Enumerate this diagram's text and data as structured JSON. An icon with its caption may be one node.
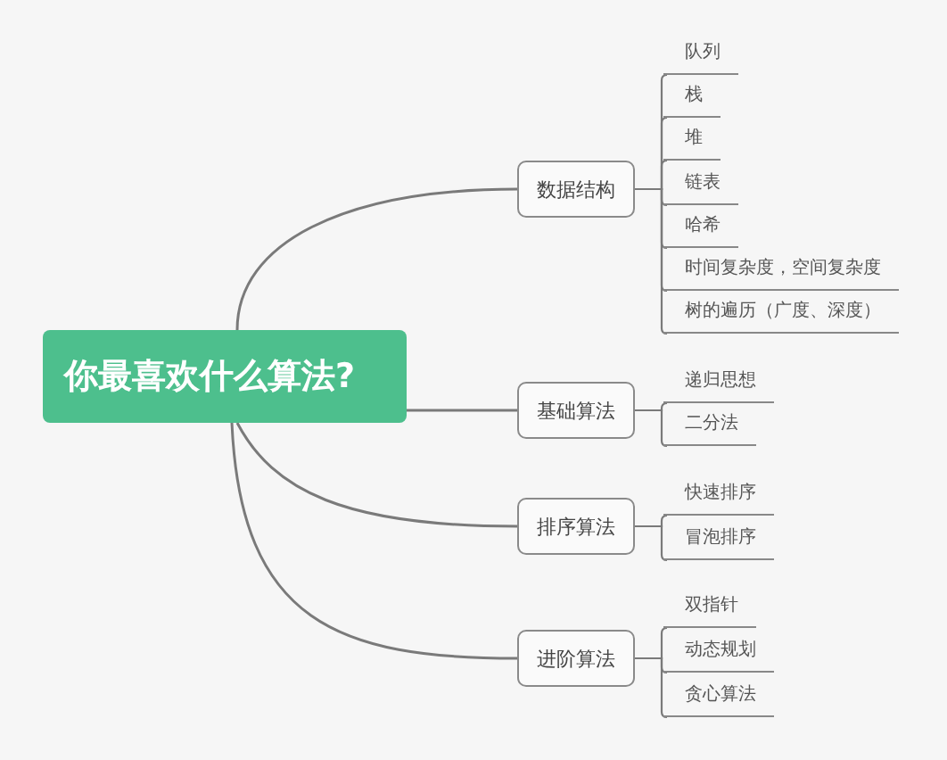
{
  "diagram": {
    "nodes": [
      {
        "text": [
          "你最喜欢什么算法?"
        ]
      },
      {
        "text": [
          "数据结构"
        ]
      },
      {
        "text": [
          "队列"
        ]
      },
      {
        "text": [
          "栈"
        ]
      },
      {
        "text": [
          "堆"
        ]
      },
      {
        "text": [
          "链表"
        ]
      },
      {
        "text": [
          "哈希"
        ]
      },
      {
        "text": [
          "时间复杂度，空间复杂度"
        ]
      },
      {
        "text": [
          "树的遍历（广度、深度）"
        ]
      },
      {
        "text": [
          "基础算法"
        ]
      },
      {
        "text": [
          "递归思想"
        ]
      },
      {
        "text": [
          "二分法"
        ]
      },
      {
        "text": [
          "排序算法"
        ]
      },
      {
        "text": [
          "快速排序"
        ]
      },
      {
        "text": [
          "冒泡排序"
        ]
      },
      {
        "text": [
          "进阶算法"
        ]
      },
      {
        "text": [
          "双指针"
        ]
      },
      {
        "text": [
          "动态规划"
        ]
      },
      {
        "text": [
          "贪心算法"
        ]
      }
    ],
    "edges": [
      {
        "from": 0,
        "to": 1,
        "arrow": "none"
      },
      {
        "from": 0,
        "to": 9,
        "arrow": "none"
      },
      {
        "from": 0,
        "to": 12,
        "arrow": "none"
      },
      {
        "from": 0,
        "to": 15,
        "arrow": "none"
      },
      {
        "from": 1,
        "to": 2,
        "arrow": "none"
      },
      {
        "from": 1,
        "to": 3,
        "arrow": "none"
      },
      {
        "from": 1,
        "to": 4,
        "arrow": "none"
      },
      {
        "from": 1,
        "to": 5,
        "arrow": "none"
      },
      {
        "from": 1,
        "to": 6,
        "arrow": "none"
      },
      {
        "from": 1,
        "to": 7,
        "arrow": "none"
      },
      {
        "from": 1,
        "to": 8,
        "arrow": "none"
      },
      {
        "from": 9,
        "to": 10,
        "arrow": "none"
      },
      {
        "from": 9,
        "to": 11,
        "arrow": "none"
      },
      {
        "from": 12,
        "to": 13,
        "arrow": "none"
      },
      {
        "from": 12,
        "to": 14,
        "arrow": "none"
      },
      {
        "from": 15,
        "to": 16,
        "arrow": "none"
      },
      {
        "from": 15,
        "to": 17,
        "arrow": "none"
      },
      {
        "from": 15,
        "to": 18,
        "arrow": "none"
      }
    ]
  }
}
